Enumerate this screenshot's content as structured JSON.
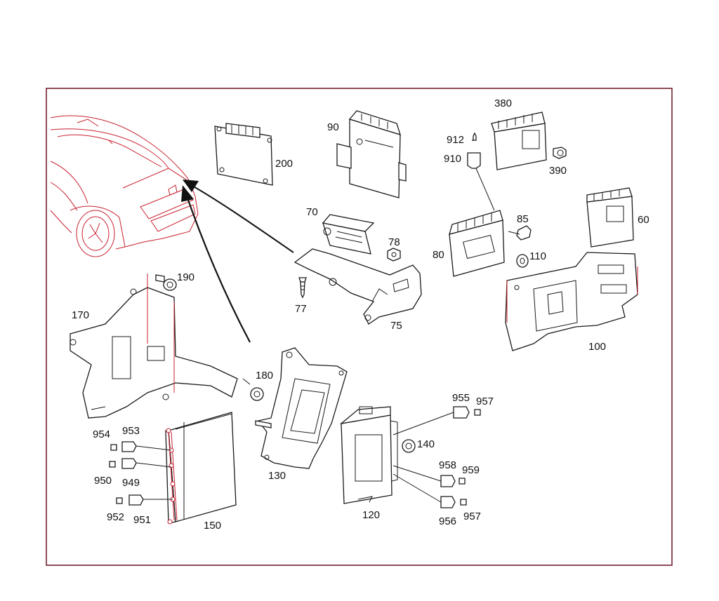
{
  "diagram": {
    "frame_color": "#6b1020",
    "line_color": "#1a1a1a",
    "highlight_color": "#c8202f",
    "part_labels": [
      "380",
      "912",
      "910",
      "390",
      "90",
      "200",
      "70",
      "78",
      "85",
      "80",
      "110",
      "60",
      "100",
      "190",
      "170",
      "77",
      "75",
      "180",
      "955",
      "957",
      "140",
      "958",
      "959",
      "956",
      "957",
      "954",
      "953",
      "950",
      "949",
      "952",
      "951",
      "150",
      "130",
      "120"
    ]
  }
}
